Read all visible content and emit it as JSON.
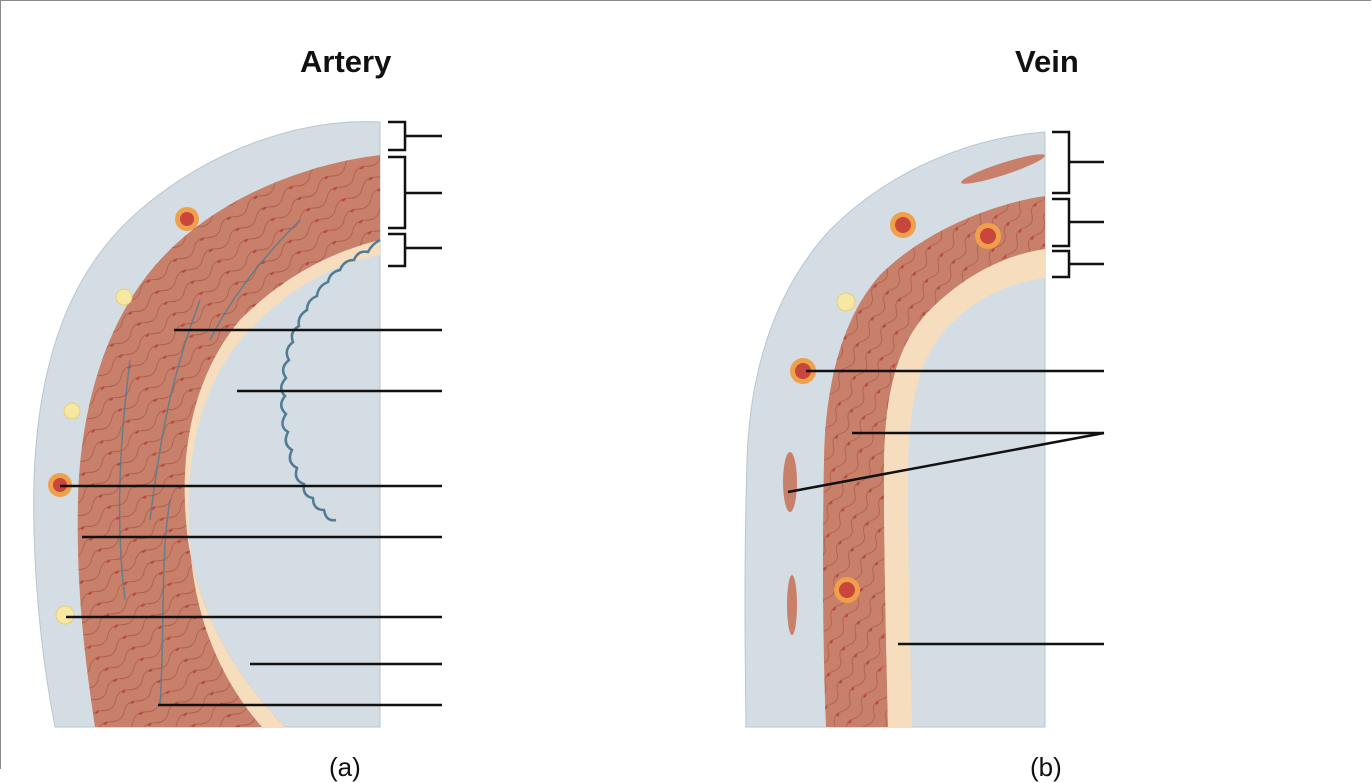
{
  "artery": {
    "title": "Artery",
    "caption": "(a)"
  },
  "vein": {
    "title": "Vein",
    "caption": "(b)"
  },
  "colors": {
    "tunica_externa": "#d4dde3",
    "tunica_media": "#c8806a",
    "muscle_line": "#9a4a3a",
    "intima": "#f5ddbe",
    "elastic": "#4f7c94",
    "vessel_red": "#c9463c",
    "vessel_ring": "#f0a04a",
    "nerve": "#f6e7a2",
    "leader": "#111111"
  }
}
